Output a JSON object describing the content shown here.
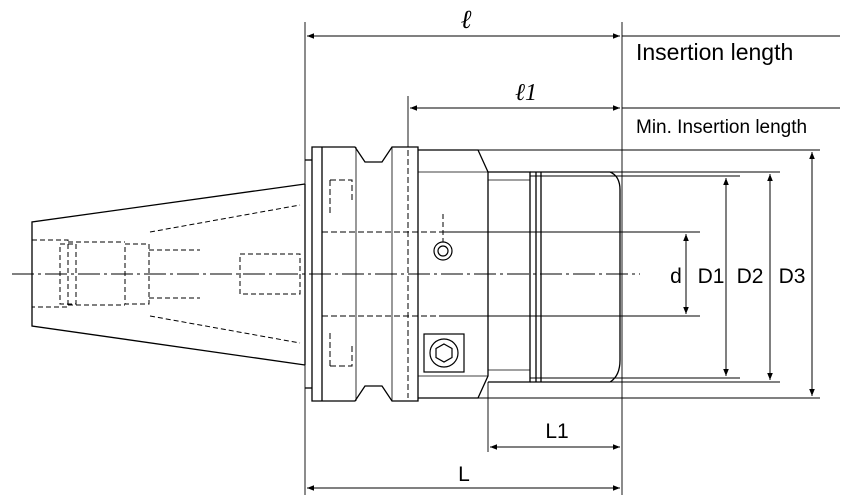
{
  "labels": {
    "ell": "ℓ",
    "ell1": "ℓ1",
    "insertion_length": "Insertion length",
    "min_insertion_length": "Min. Insertion length",
    "d": "d",
    "D1": "D1",
    "D2": "D2",
    "D3": "D3",
    "L1": "L1",
    "L": "L"
  },
  "colors": {
    "line": "#000000",
    "background": "#ffffff"
  }
}
